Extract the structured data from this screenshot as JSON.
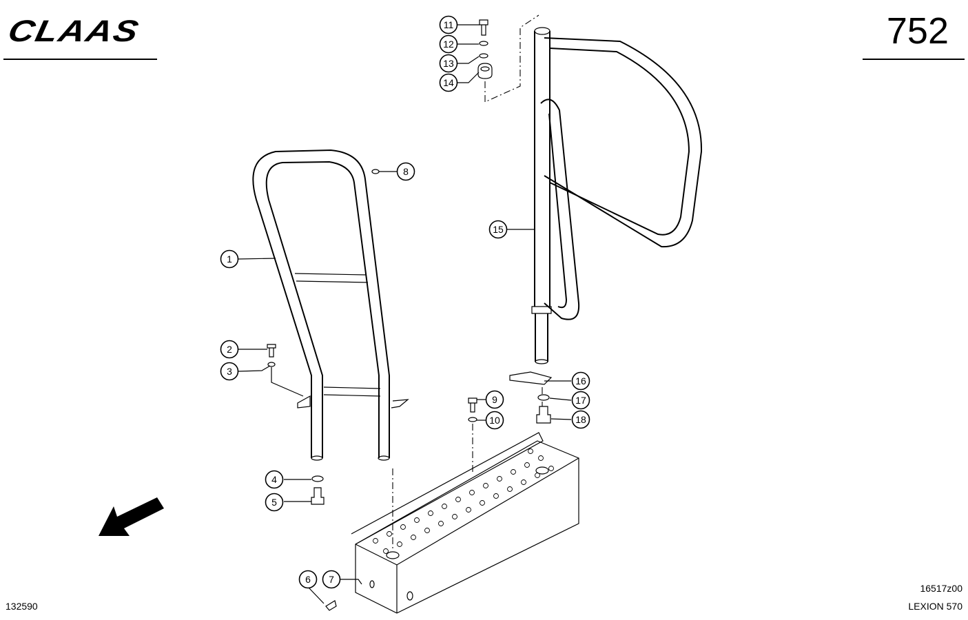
{
  "header": {
    "brand": "CLAAS",
    "page_number": "752"
  },
  "footer": {
    "document_number": "132590",
    "drawing_number": "16517z00",
    "model": "LEXION 570"
  },
  "callouts": [
    "1",
    "2",
    "3",
    "4",
    "5",
    "6",
    "7",
    "8",
    "9",
    "10",
    "11",
    "12",
    "13",
    "14",
    "15",
    "16",
    "17",
    "18"
  ]
}
